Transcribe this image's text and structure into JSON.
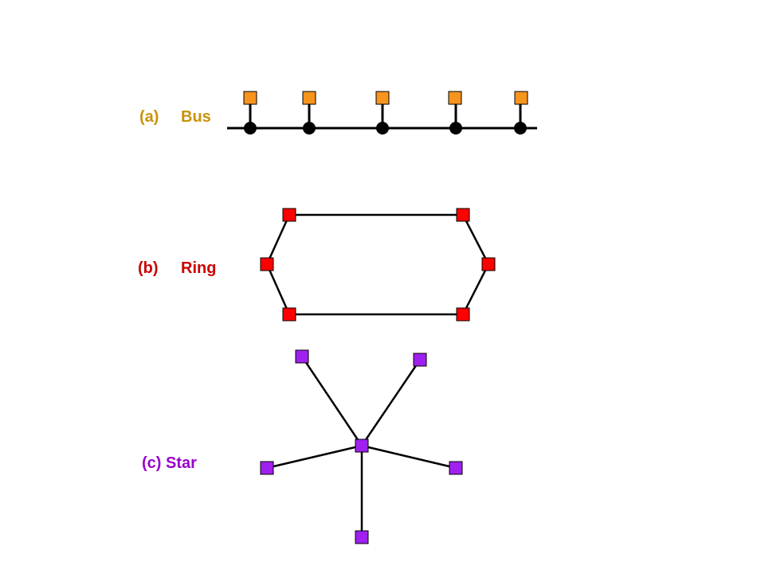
{
  "colors": {
    "bus": "#C9920A",
    "bus_node": "#F7941D",
    "ring": "#CC0000",
    "ring_node": "#FF0000",
    "star": "#9900CC",
    "star_node": "#A020F0",
    "wire": "#000000",
    "tap": "#000000"
  },
  "bus": {
    "letter": "(a)",
    "name": "Bus",
    "node_count": 5
  },
  "ring": {
    "letter": "(b)",
    "name": "Ring",
    "node_count": 6
  },
  "star": {
    "label": "(c) Star",
    "node_count": 5
  }
}
